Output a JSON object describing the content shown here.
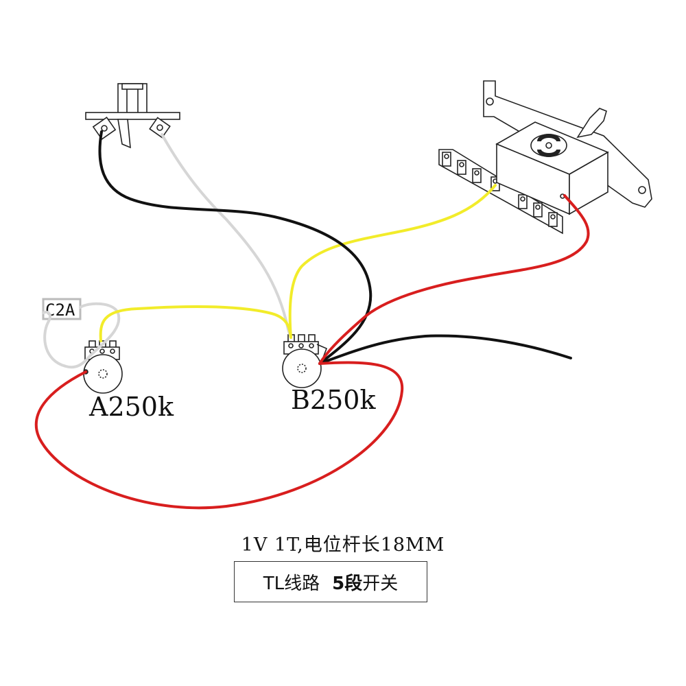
{
  "labels": {
    "pot_a": "A250k",
    "pot_b": "B250k",
    "capacitor": "C2A"
  },
  "caption": {
    "line1": "1V 1T,电位杆长18MM"
  },
  "title_box": {
    "part1": "TL线路",
    "part2": "5段",
    "part3": "开关"
  },
  "colors": {
    "black_wire": "#111111",
    "white_wire": "#d6d6d6",
    "yellow_wire": "#f2ec2a",
    "red_wire": "#d81e1e"
  }
}
